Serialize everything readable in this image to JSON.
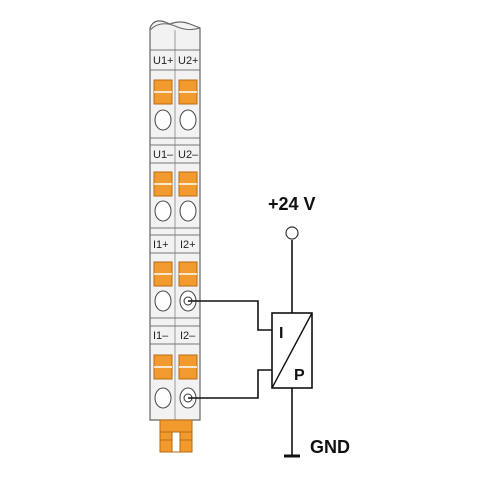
{
  "terminal_block": {
    "groups": [
      {
        "left_label": "U1+",
        "right_label": "U2+"
      },
      {
        "left_label": "U1–",
        "right_label": "U2–"
      },
      {
        "left_label": "I1+",
        "right_label": "I2+"
      },
      {
        "left_label": "I1–",
        "right_label": "I2–"
      }
    ]
  },
  "supply": {
    "label": "+24 V"
  },
  "ground": {
    "label": "GND"
  },
  "converter": {
    "input_label": "I",
    "output_label": "P"
  },
  "colors": {
    "terminal_orange": "#F29A2E",
    "terminal_orange_dark": "#B86A12",
    "block_fill": "#F2F2F2",
    "outline": "#555555",
    "wire": "#111111"
  }
}
